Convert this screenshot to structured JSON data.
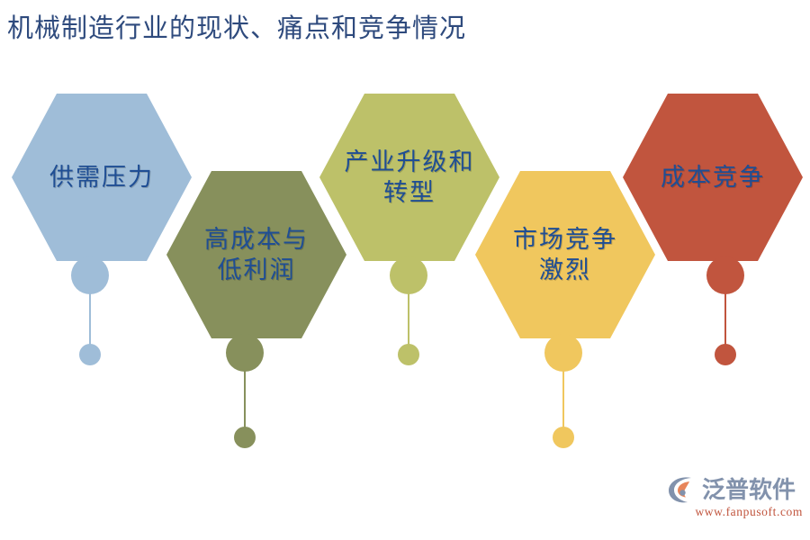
{
  "title": "机械制造行业的现状、痛点和竞争情况",
  "title_color": "#2E4A7D",
  "label_color": "#1F4E94",
  "background_color": "#FFFFFF",
  "nodes": [
    {
      "id": "supply-demand-pressure",
      "lines": [
        "供需压力"
      ],
      "color": "#9FBDD8",
      "row": "top"
    },
    {
      "id": "high-cost-low-profit",
      "lines": [
        "高成本与",
        "低利润"
      ],
      "color": "#87905C",
      "row": "bottom"
    },
    {
      "id": "industrial-upgrade-transformation",
      "lines": [
        "产业升级和",
        "转型"
      ],
      "color": "#BDC169",
      "row": "top"
    },
    {
      "id": "fierce-market-competition",
      "lines": [
        "市场竞争",
        "激烈"
      ],
      "color": "#F0C75E",
      "row": "bottom"
    },
    {
      "id": "cost-competition",
      "lines": [
        "成本竞争"
      ],
      "color": "#C1553E",
      "row": "top"
    }
  ],
  "logo": {
    "brand": "泛普软件",
    "url": "www.fanpusoft.com",
    "mark_arc_color": "#8292AC",
    "mark_accent_color": "#E8855A",
    "brand_color": "#8292AC",
    "url_color": "#C1553E"
  }
}
